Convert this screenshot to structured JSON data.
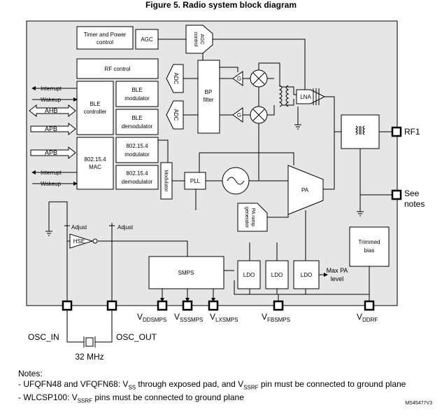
{
  "figure_title": "Figure 5. Radio system block diagram",
  "blocks": {
    "timer_power": [
      "Timer and Power",
      "control"
    ],
    "agc": "AGC",
    "agc_control": [
      "AGC",
      "control"
    ],
    "rf_control": "RF control",
    "ble_controller": [
      "BLE",
      "controller"
    ],
    "ble_modulator": [
      "BLE",
      "modulator"
    ],
    "ble_demodulator": [
      "BLE",
      "demodulator"
    ],
    "mac_802154": [
      "802.15.4",
      "MAC"
    ],
    "mod_802154": [
      "802.15.4",
      "modulator"
    ],
    "demod_802154": [
      "802.15.4",
      "demodulator"
    ],
    "modulator": "Modulator",
    "adc_top": "ADC",
    "adc_bottom": "ADC",
    "bp_filter": [
      "BP",
      "filter"
    ],
    "g_top": "G",
    "g_bottom": "G",
    "lna": "LNA",
    "pll": "PLL",
    "pa": "PA",
    "pa_ramp": [
      "PA ramp",
      "generator"
    ],
    "hse": "HSE",
    "smps": "SMPS",
    "ldo1": "LDO",
    "ldo2": "LDO",
    "ldo3": "LDO",
    "trimmed_bias": [
      "Trimmed",
      "bias"
    ]
  },
  "signals": {
    "interrupt": "Interrupt",
    "wakeup": "Wakeup",
    "ahb": "AHB",
    "apb": "APB",
    "interrupt2": "Interrupt",
    "wakeup2": "Wakeup",
    "apb2": "APB",
    "adjust1": "Adjust",
    "adjust2": "Adjust",
    "max_pa": [
      "Max PA",
      "level"
    ]
  },
  "pins": {
    "rf1": "RF1",
    "see_notes": [
      "See",
      "notes"
    ],
    "osc_in": "OSC_IN",
    "osc_out": "OSC_OUT",
    "crystal": "32 MHz",
    "vddsmps": {
      "main": "V",
      "sub": "DDSMPS"
    },
    "vsssmps": {
      "main": "V",
      "sub": "SSSMPS"
    },
    "vlxsmps": {
      "main": "V",
      "sub": "LXSMPS"
    },
    "vfbsmps": {
      "main": "V",
      "sub": "FBSMPS"
    },
    "vddrf": {
      "main": "V",
      "sub": "DDRF"
    }
  },
  "notes": {
    "heading": "Notes:",
    "line1": {
      "a": "- UFQFN48 and VFQFN68: V",
      "a_sub": "SS",
      "b": " through exposed pad, and V",
      "b_sub": "SSRF",
      "c": " pin must be connected to ground plane"
    },
    "line2": {
      "a": "- WLCSP100: V",
      "a_sub": "SSRF",
      "c": " pins must be connected to ground plane"
    }
  },
  "doc_code": "MS45477V3"
}
